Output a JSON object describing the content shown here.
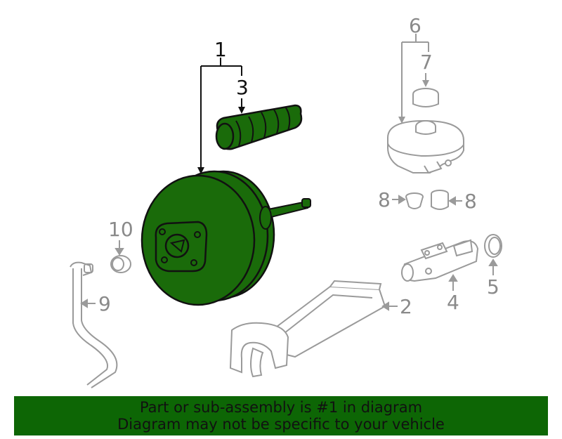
{
  "callouts": {
    "c1": "1",
    "c2": "2",
    "c3": "3",
    "c4": "4",
    "c5": "5",
    "c6": "6",
    "c7": "7",
    "c8a": "8",
    "c8b": "8",
    "c9": "9",
    "c10": "10"
  },
  "banner": {
    "line1": "Part or sub-assembly is #1 in diagram",
    "line2": "Diagram may not be specific to your vehicle"
  },
  "colors": {
    "highlight": "#1a6b0a",
    "banner": "#0d6605",
    "outline_dark": "#111111",
    "outline_grey": "#9a9a9a"
  }
}
